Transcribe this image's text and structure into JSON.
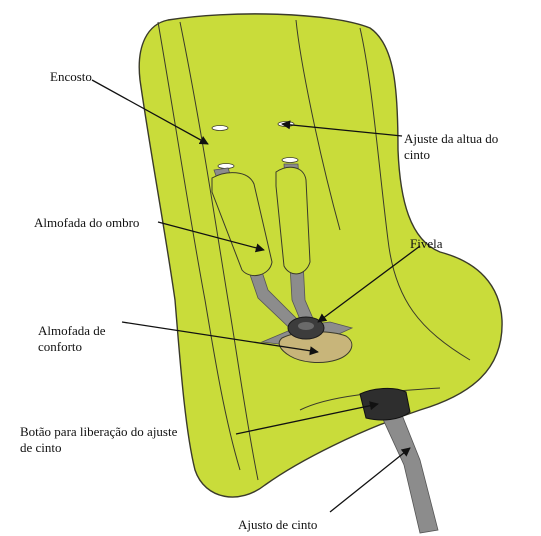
{
  "labels": {
    "encosto": "Encosto",
    "ajuste_altura": "Ajuste da altua do\ncinto",
    "almofada_ombro": "Almofada do ombro",
    "fivela": "Fivela",
    "almofada_conforto": "Almofada de\nconforto",
    "botao_liberacao": "Botão para liberação do ajuste\nde cinto",
    "ajuste_cinto": "Ajusto de cinto"
  },
  "colors": {
    "seat": "#c9dc3a",
    "seat_outline": "#3a3a2a",
    "strap": "#8c8c8c",
    "comfort_pad": "#c8b57a",
    "buckle": "#3c3c3c",
    "release_button": "#2e2e2e"
  }
}
